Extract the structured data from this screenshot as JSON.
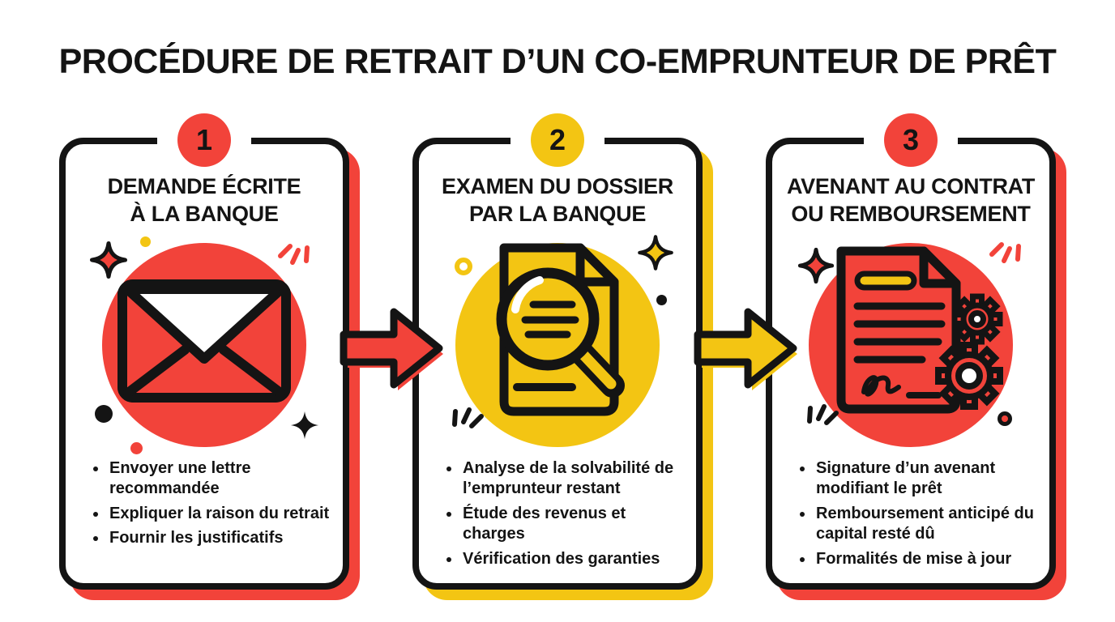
{
  "title": "PROCÉDURE DE RETRAIT D’UN CO-EMPRUNTEUR DE PRÊT",
  "colors": {
    "red": "#F2433A",
    "yellow": "#F3C513",
    "ink": "#141414",
    "bg": "#FFFFFF"
  },
  "steps": [
    {
      "number": "1",
      "badge_color": "#F2433A",
      "shadow_color": "#F2433A",
      "icon": "envelope-icon",
      "title_line1": "DEMANDE ÉCRITE",
      "title_line2": "À LA BANQUE",
      "bullets": [
        "Envoyer une lettre recommandée",
        "Expliquer la raison du retrait",
        "Fournir les justificatifs"
      ]
    },
    {
      "number": "2",
      "badge_color": "#F3C513",
      "shadow_color": "#F3C513",
      "icon": "document-magnifier-icon",
      "title_line1": "EXAMEN DU DOSSIER",
      "title_line2": "PAR LA BANQUE",
      "bullets": [
        "Analyse de la solvabilité de l’emprunteur restant",
        "Étude des revenus et charges",
        "Vérification des garanties"
      ]
    },
    {
      "number": "3",
      "badge_color": "#F2433A",
      "shadow_color": "#F2433A",
      "icon": "contract-gears-icon",
      "title_line1": "AVENANT AU CONTRAT",
      "title_line2": "OU REMBOURSEMENT",
      "bullets": [
        "Signature d’un avenant modifiant le prêt",
        "Remboursement anticipé du capital resté dû",
        "Formalités de mise à jour"
      ]
    }
  ],
  "arrows": [
    {
      "from_step": "1",
      "to_step": "2",
      "color": "#F2433A"
    },
    {
      "from_step": "2",
      "to_step": "3",
      "color": "#F3C513"
    }
  ]
}
